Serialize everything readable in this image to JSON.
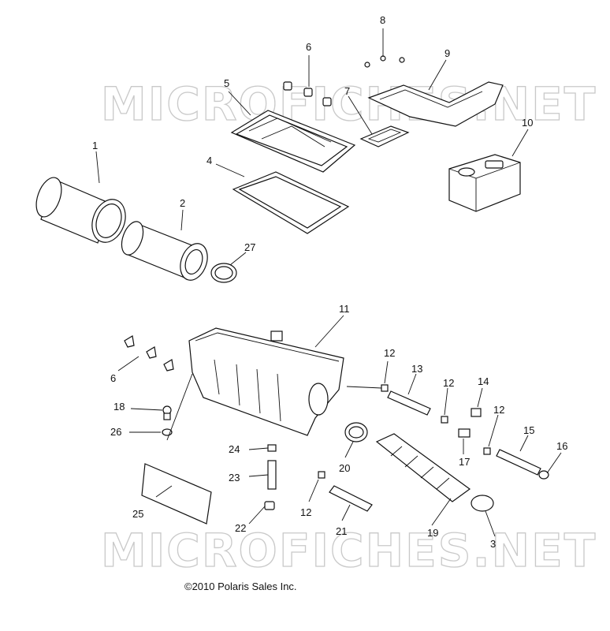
{
  "watermark": "MICROFICHES.NET",
  "copyright": "©2010 Polaris Sales Inc.",
  "callouts": {
    "c1": "1",
    "c2": "2",
    "c3": "3",
    "c4": "4",
    "c5": "5",
    "c6a": "6",
    "c6b": "6",
    "c7": "7",
    "c8": "8",
    "c9": "9",
    "c10": "10",
    "c11": "11",
    "c12a": "12",
    "c12b": "12",
    "c12c": "12",
    "c12d": "12",
    "c13": "13",
    "c14": "14",
    "c15": "15",
    "c16": "16",
    "c17": "17",
    "c18": "18",
    "c19": "19",
    "c20": "20",
    "c21": "21",
    "c22": "22",
    "c23": "23",
    "c24": "24",
    "c25": "25",
    "c26": "26",
    "c27": "27"
  }
}
